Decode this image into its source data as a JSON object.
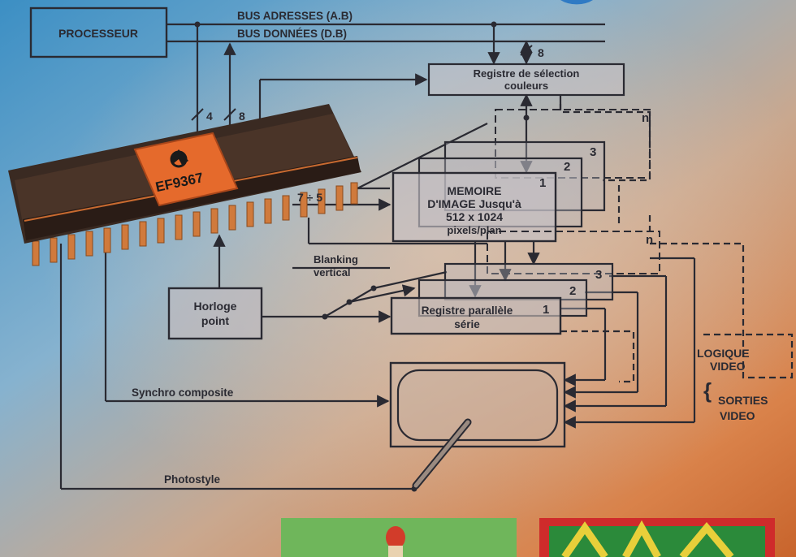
{
  "processor": {
    "label": "PROCESSEUR"
  },
  "bus": {
    "address": "BUS ADRESSES (A.B)",
    "data": "BUS DONNÉES (D.B)",
    "width_8": "8"
  },
  "chip": {
    "name": "EF9367",
    "pins_4": "4",
    "pins_8": "8",
    "pins_7_5": "7 ÷ 5"
  },
  "color_register": {
    "line1": "Registre de sélection",
    "line2": "couleurs"
  },
  "image_memory": {
    "line1": "MEMOIRE",
    "line2": "D'IMAGE Jusqu'à",
    "line3": "512 x 1024",
    "line4": "pixels/plan",
    "planes": [
      "1",
      "2",
      "3",
      "n"
    ]
  },
  "blanking": {
    "line1": "Blanking",
    "line2": "vertical"
  },
  "clock": {
    "line1": "Horloge",
    "line2": "point"
  },
  "parallel_register": {
    "line1": "Registre parallèle",
    "line2": "série",
    "planes": [
      "1",
      "2",
      "3",
      "n"
    ]
  },
  "video_logic": {
    "line1": "LOGIQUE",
    "line2": "VIDEO"
  },
  "video_outputs": {
    "line1": "SORTIES",
    "line2": "VIDEO"
  },
  "sync": {
    "label": "Synchro composite"
  },
  "lightpen": {
    "label": "Photostyle"
  }
}
